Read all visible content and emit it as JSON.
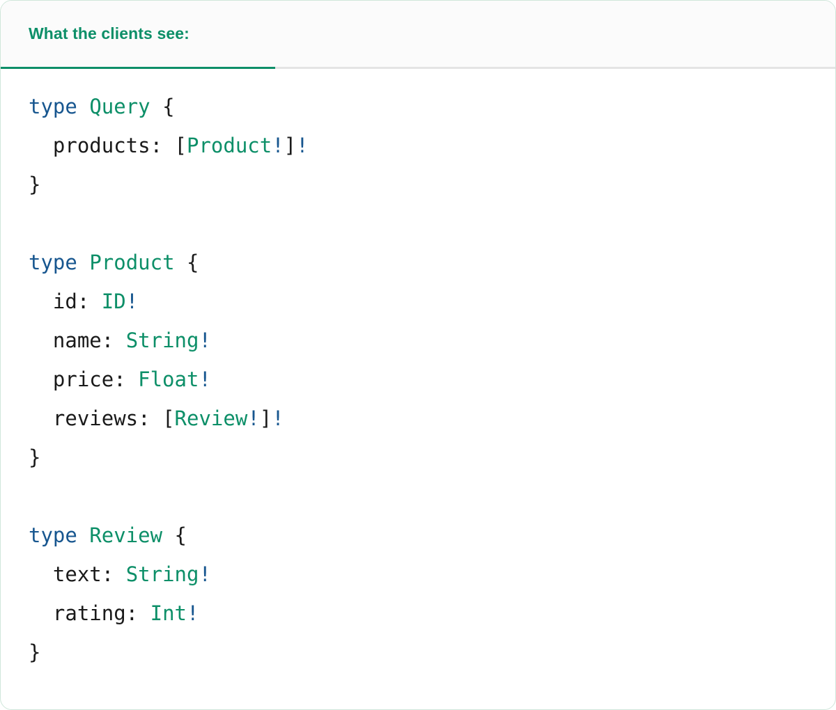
{
  "card": {
    "border_color": "#cfe6da",
    "background": "#ffffff"
  },
  "header": {
    "tab_label": "What the clients see:",
    "accent_color": "#0d8f68",
    "band_background": "#fbfbfb",
    "inactive_border_color": "#e4e4e4"
  },
  "syntax_colors": {
    "keyword": "#17568f",
    "type_name": "#0d8f68",
    "non_null": "#17568f",
    "punctuation": "#1a1a1a",
    "field_name": "#1a1a1a"
  },
  "code": {
    "language": "graphql",
    "lines": [
      {
        "id": "l1",
        "tokens": [
          {
            "t": "type",
            "c": "kw"
          },
          {
            "t": " ",
            "c": "punct"
          },
          {
            "t": "Query",
            "c": "tname"
          },
          {
            "t": " {",
            "c": "punct"
          }
        ]
      },
      {
        "id": "l2",
        "tokens": [
          {
            "t": "  products: ",
            "c": "field"
          },
          {
            "t": "[",
            "c": "punct"
          },
          {
            "t": "Product",
            "c": "tname"
          },
          {
            "t": "!",
            "c": "bang"
          },
          {
            "t": "]",
            "c": "punct"
          },
          {
            "t": "!",
            "c": "bang"
          }
        ]
      },
      {
        "id": "l3",
        "tokens": [
          {
            "t": "}",
            "c": "punct"
          }
        ]
      },
      {
        "id": "l4",
        "tokens": []
      },
      {
        "id": "l5",
        "tokens": [
          {
            "t": "type",
            "c": "kw"
          },
          {
            "t": " ",
            "c": "punct"
          },
          {
            "t": "Product",
            "c": "tname"
          },
          {
            "t": " {",
            "c": "punct"
          }
        ]
      },
      {
        "id": "l6",
        "tokens": [
          {
            "t": "  id: ",
            "c": "field"
          },
          {
            "t": "ID",
            "c": "tname"
          },
          {
            "t": "!",
            "c": "bang"
          }
        ]
      },
      {
        "id": "l7",
        "tokens": [
          {
            "t": "  name: ",
            "c": "field"
          },
          {
            "t": "String",
            "c": "tname"
          },
          {
            "t": "!",
            "c": "bang"
          }
        ]
      },
      {
        "id": "l8",
        "tokens": [
          {
            "t": "  price: ",
            "c": "field"
          },
          {
            "t": "Float",
            "c": "tname"
          },
          {
            "t": "!",
            "c": "bang"
          }
        ]
      },
      {
        "id": "l9",
        "tokens": [
          {
            "t": "  reviews: ",
            "c": "field"
          },
          {
            "t": "[",
            "c": "punct"
          },
          {
            "t": "Review",
            "c": "tname"
          },
          {
            "t": "!",
            "c": "bang"
          },
          {
            "t": "]",
            "c": "punct"
          },
          {
            "t": "!",
            "c": "bang"
          }
        ]
      },
      {
        "id": "l10",
        "tokens": [
          {
            "t": "}",
            "c": "punct"
          }
        ]
      },
      {
        "id": "l11",
        "tokens": []
      },
      {
        "id": "l12",
        "tokens": [
          {
            "t": "type",
            "c": "kw"
          },
          {
            "t": " ",
            "c": "punct"
          },
          {
            "t": "Review",
            "c": "tname"
          },
          {
            "t": " {",
            "c": "punct"
          }
        ]
      },
      {
        "id": "l13",
        "tokens": [
          {
            "t": "  text: ",
            "c": "field"
          },
          {
            "t": "String",
            "c": "tname"
          },
          {
            "t": "!",
            "c": "bang"
          }
        ]
      },
      {
        "id": "l14",
        "tokens": [
          {
            "t": "  rating: ",
            "c": "field"
          },
          {
            "t": "Int",
            "c": "tname"
          },
          {
            "t": "!",
            "c": "bang"
          }
        ]
      },
      {
        "id": "l15",
        "tokens": [
          {
            "t": "}",
            "c": "punct"
          }
        ]
      }
    ]
  }
}
